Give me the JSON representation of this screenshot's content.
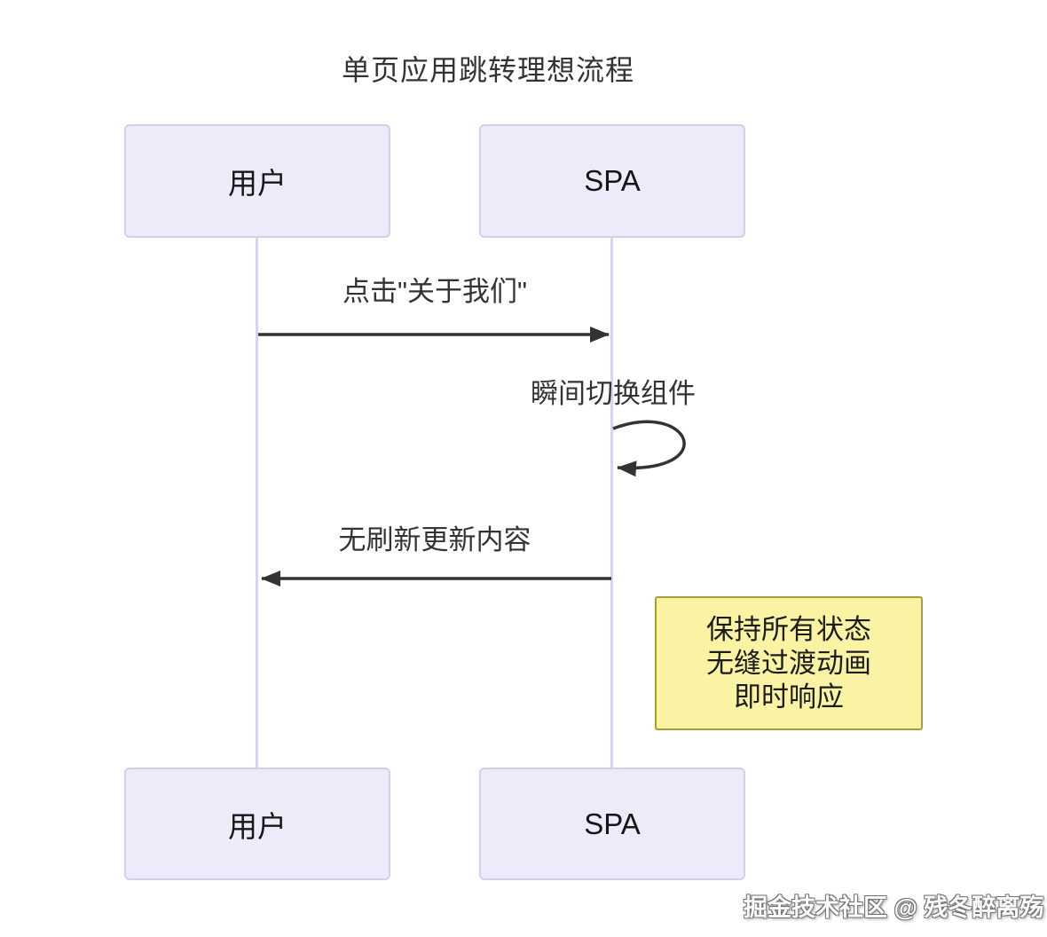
{
  "title": "单页应用跳转理想流程",
  "actors": {
    "user": "用户",
    "spa": "SPA"
  },
  "messages": [
    {
      "from": "用户",
      "to": "SPA",
      "label": "点击\"关于我们\"",
      "type": "solid-arrow-right"
    },
    {
      "from": "SPA",
      "to": "SPA",
      "label": "瞬间切换组件",
      "type": "self-loop"
    },
    {
      "from": "SPA",
      "to": "用户",
      "label": "无刷新更新内容",
      "type": "solid-arrow-left"
    }
  ],
  "note": {
    "lines": [
      "保持所有状态",
      "无缝过渡动画",
      "即时响应"
    ]
  },
  "watermark": "掘金技术社区 @ 残冬醉离殇",
  "colors": {
    "actor_fill": "#ebebfa",
    "actor_border": "#d2cfe8",
    "lifeline": "#d8d3ee",
    "arrow": "#333333",
    "note_fill": "#fbf3a4",
    "note_border": "#a2a234",
    "text": "#333333"
  }
}
